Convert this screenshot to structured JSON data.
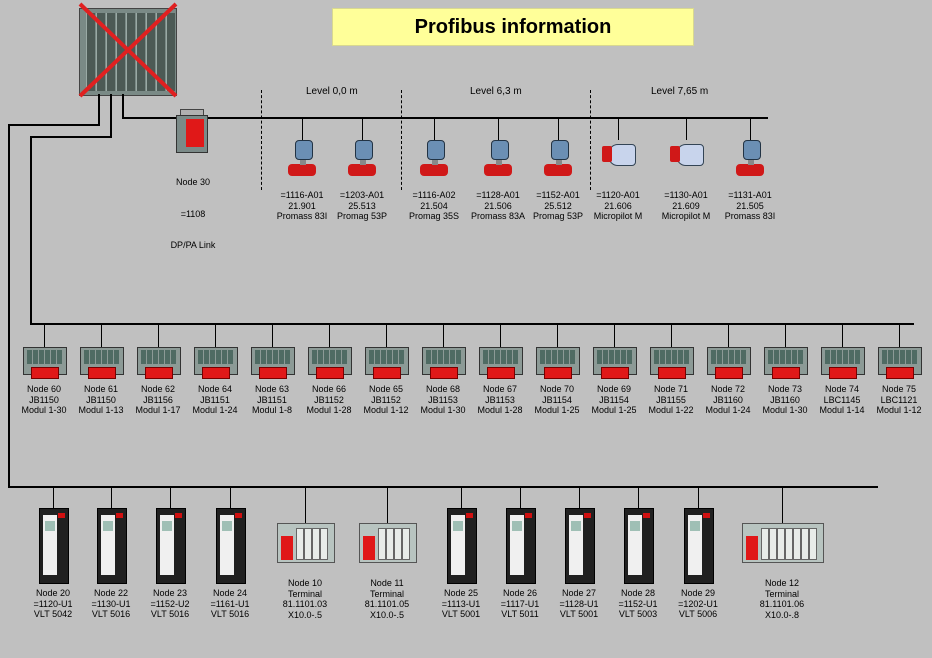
{
  "header": {
    "title": "Profibus information"
  },
  "levels": [
    "Level 0,0 m",
    "Level 6,3 m",
    "Level 7,65 m"
  ],
  "dp_pa_link": {
    "lines": [
      "Node 30",
      "=1108",
      "DP/PA Link"
    ]
  },
  "field_devices": [
    {
      "lines": [
        "=1116-A01",
        "21.901",
        "Promass 83I"
      ],
      "icon": "flowmeter-icon"
    },
    {
      "lines": [
        "=1203-A01",
        "25.513",
        "Promag 53P"
      ],
      "icon": "flowmeter-icon"
    },
    {
      "lines": [
        "=1116-A02",
        "21.504",
        "Promag 35S"
      ],
      "icon": "flowmeter-icon"
    },
    {
      "lines": [
        "=1128-A01",
        "21.506",
        "Promass 83A"
      ],
      "icon": "flowmeter-icon"
    },
    {
      "lines": [
        "=1152-A01",
        "25.512",
        "Promag 53P"
      ],
      "icon": "flowmeter-icon"
    },
    {
      "lines": [
        "=1120-A01",
        "21.606",
        "Micropilot M"
      ],
      "icon": "radar-level-icon"
    },
    {
      "lines": [
        "=1130-A01",
        "21.609",
        "Micropilot M"
      ],
      "icon": "radar-level-icon"
    },
    {
      "lines": [
        "=1131-A01",
        "21.505",
        "Promass 83I"
      ],
      "icon": "flowmeter-icon"
    }
  ],
  "io_nodes": [
    {
      "lines": [
        "Node 60",
        "JB1150",
        "Modul 1-30"
      ]
    },
    {
      "lines": [
        "Node 61",
        "JB1150",
        "Modul 1-13"
      ]
    },
    {
      "lines": [
        "Node 62",
        "JB1156",
        "Modul 1-17"
      ]
    },
    {
      "lines": [
        "Node 64",
        "JB1151",
        "Modul 1-24"
      ]
    },
    {
      "lines": [
        "Node 63",
        "JB1151",
        "Modul 1-8"
      ]
    },
    {
      "lines": [
        "Node 66",
        "JB1152",
        "Modul 1-28"
      ]
    },
    {
      "lines": [
        "Node 65",
        "JB1152",
        "Modul 1-12"
      ]
    },
    {
      "lines": [
        "Node 68",
        "JB1153",
        "Modul 1-30"
      ]
    },
    {
      "lines": [
        "Node 67",
        "JB1153",
        "Modul 1-28"
      ]
    },
    {
      "lines": [
        "Node 70",
        "JB1154",
        "Modul 1-25"
      ]
    },
    {
      "lines": [
        "Node 69",
        "JB1154",
        "Modul 1-25"
      ]
    },
    {
      "lines": [
        "Node 71",
        "JB1155",
        "Modul 1-22"
      ]
    },
    {
      "lines": [
        "Node 72",
        "JB1160",
        "Modul 1-24"
      ]
    },
    {
      "lines": [
        "Node 73",
        "JB1160",
        "Modul 1-30"
      ]
    },
    {
      "lines": [
        "Node 74",
        "LBC1145",
        "Modul 1-14"
      ]
    },
    {
      "lines": [
        "Node 75",
        "LBC1121",
        "Modul 1-12"
      ]
    }
  ],
  "drive_nodes": [
    {
      "kind": "vfd",
      "lines": [
        "Node 20",
        "=1120-U1",
        "VLT 5042"
      ]
    },
    {
      "kind": "vfd",
      "lines": [
        "Node 22",
        "=1130-U1",
        "VLT 5016"
      ]
    },
    {
      "kind": "vfd",
      "lines": [
        "Node 23",
        "=1152-U2",
        "VLT 5016"
      ]
    },
    {
      "kind": "vfd",
      "lines": [
        "Node 24",
        "=1161-U1",
        "VLT 5016"
      ]
    },
    {
      "kind": "terminal",
      "lines": [
        "Node 10",
        "Terminal",
        "81.1101.03",
        "X10.0-.5"
      ]
    },
    {
      "kind": "terminal",
      "lines": [
        "Node 11",
        "Terminal",
        "81.1101.05",
        "X10.0-.5"
      ]
    },
    {
      "kind": "vfd",
      "lines": [
        "Node 25",
        "=1113-U1",
        "VLT 5001"
      ]
    },
    {
      "kind": "vfd",
      "lines": [
        "Node 26",
        "=1117-U1",
        "VLT 5011"
      ]
    },
    {
      "kind": "vfd",
      "lines": [
        "Node 27",
        "=1128-U1",
        "VLT 5001"
      ]
    },
    {
      "kind": "vfd",
      "lines": [
        "Node 28",
        "=1152-U1",
        "VLT 5003"
      ]
    },
    {
      "kind": "vfd",
      "lines": [
        "Node 29",
        "=1202-U1",
        "VLT 5006"
      ]
    },
    {
      "kind": "terminal",
      "lines": [
        "Node 12",
        "Terminal",
        "81.1101.06",
        "X10.0-.8"
      ]
    }
  ],
  "colors": {
    "background": "#c0c0c0",
    "title_bg": "#ffff99",
    "device_red": "#e01818",
    "cross": "#e02020"
  }
}
